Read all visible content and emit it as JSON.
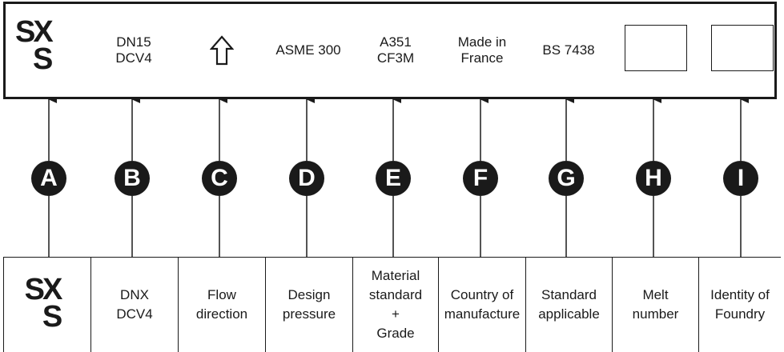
{
  "plate": {
    "logo": {
      "text_top": "SX",
      "text_bottom": "S"
    },
    "markings": [
      {
        "id": "B",
        "lines": [
          "DN15",
          "DCV4"
        ]
      },
      {
        "id": "C",
        "icon": "up-arrow-outline-icon"
      },
      {
        "id": "D",
        "lines": [
          "ASME 300"
        ]
      },
      {
        "id": "E",
        "lines": [
          "A351",
          "CF3M"
        ]
      },
      {
        "id": "F",
        "lines": [
          "Made in",
          "France"
        ]
      },
      {
        "id": "G",
        "lines": [
          "BS 7438"
        ]
      },
      {
        "id": "H",
        "blank_box": true
      },
      {
        "id": "I",
        "blank_box": true
      }
    ]
  },
  "callouts": [
    "A",
    "B",
    "C",
    "D",
    "E",
    "F",
    "G",
    "H",
    "I"
  ],
  "legend": [
    {
      "id": "A",
      "logo": {
        "text_top": "SX",
        "text_bottom": "S"
      }
    },
    {
      "id": "B",
      "lines": [
        "DNX",
        "DCV4"
      ]
    },
    {
      "id": "C",
      "lines": [
        "Flow",
        "direction"
      ]
    },
    {
      "id": "D",
      "lines": [
        "Design",
        "pressure"
      ]
    },
    {
      "id": "E",
      "lines": [
        "Material",
        "standard",
        "+",
        "Grade"
      ]
    },
    {
      "id": "F",
      "lines": [
        "Country of",
        "manufacture"
      ]
    },
    {
      "id": "G",
      "lines": [
        "Standard",
        "applicable"
      ]
    },
    {
      "id": "H",
      "lines": [
        "Melt",
        "number"
      ]
    },
    {
      "id": "I",
      "lines": [
        "Identity of",
        "Foundry"
      ]
    }
  ],
  "colors": {
    "ink": "#1a1a1a",
    "background": "#ffffff"
  }
}
